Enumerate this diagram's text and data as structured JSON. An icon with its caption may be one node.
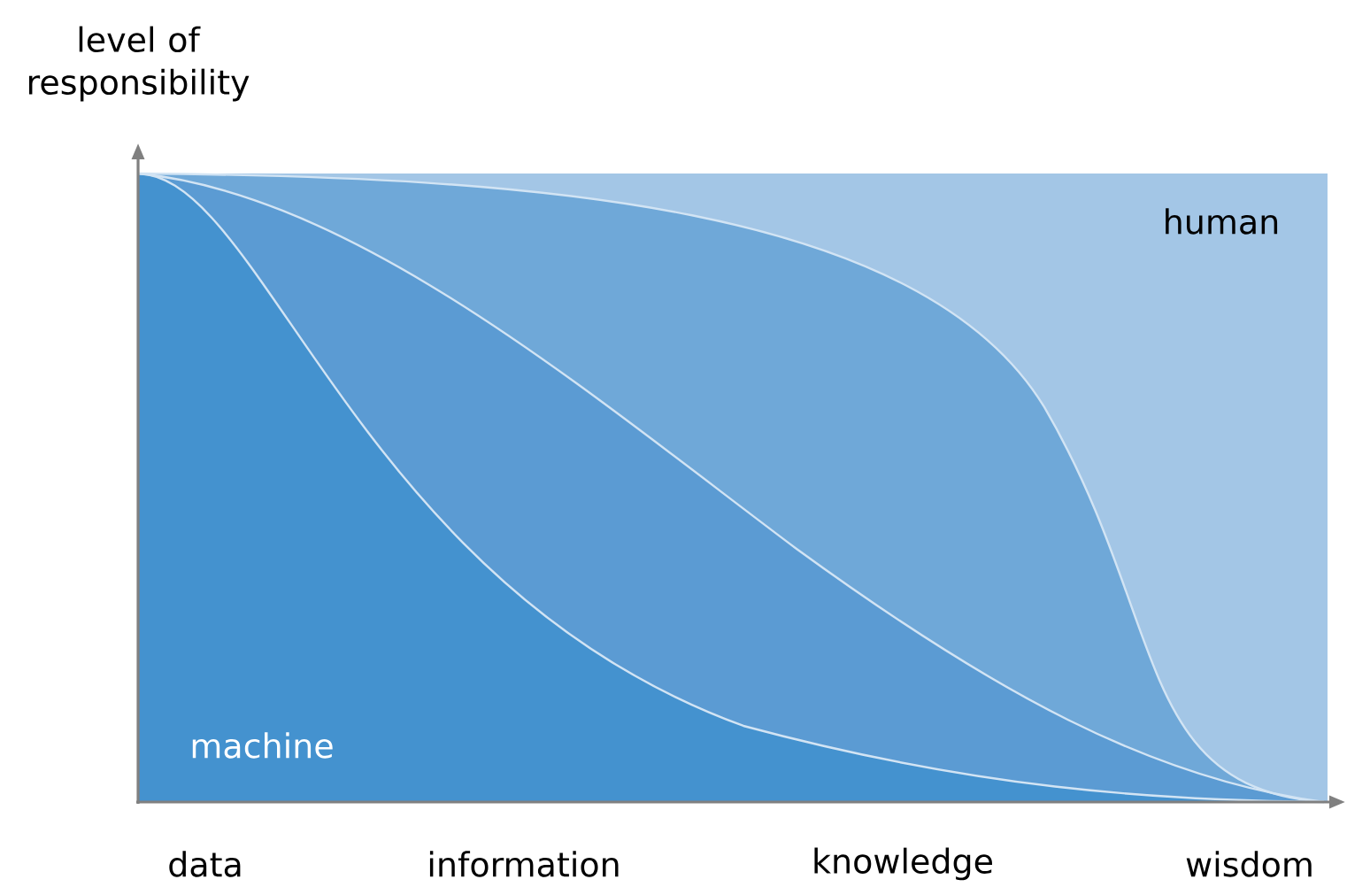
{
  "diagram": {
    "labels": [
      "level of responsibility",
      "human",
      "machine",
      "data",
      "information",
      "knowledge",
      "wisdom"
    ]
  }
}
